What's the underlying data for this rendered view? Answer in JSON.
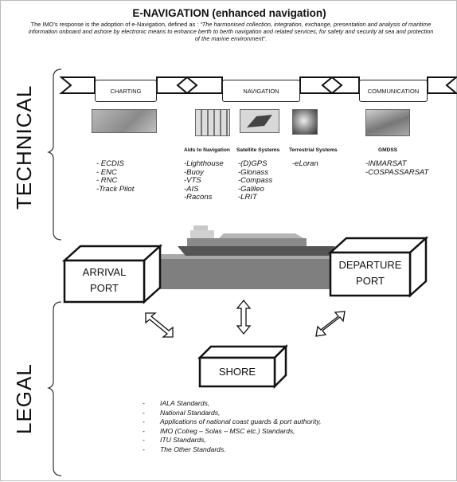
{
  "header": {
    "title": "E-NAVIGATION (enhanced navigation)",
    "intro_lead": "The IMO’s response is the adoption of e-Navigation, defined as : ",
    "intro_quote": "“The harmonised collection, integration, exchange, presentation and analysis of maritime information onboard and ashore by electronic means to enhance berth to berth navigation and related services, for safety and security at sea and protection of the marine environment”."
  },
  "side_labels": {
    "technical": "TECHNICAL",
    "legal": "LEGAL"
  },
  "banners": [
    {
      "label": "CHARTING"
    },
    {
      "label": "NAVIGATION"
    },
    {
      "label": "COMMUNICATION"
    }
  ],
  "columns": [
    {
      "heading": "",
      "items": [
        "- ECDIS",
        "- ENC",
        "- RNC",
        "-Track Pilot"
      ]
    },
    {
      "heading": "Aids to Navigation",
      "items": [
        "-Lighthouse",
        "-Buoy",
        "-VTS",
        "-AIS",
        "-Racons"
      ]
    },
    {
      "heading": "Satellite Systems",
      "items": [
        "-(D)GPS",
        "-Glonass",
        "-Compass",
        "-Galileo",
        "-LRIT"
      ]
    },
    {
      "heading": "Terrestrial Systems",
      "items": [
        "-eLoran"
      ]
    },
    {
      "heading": "GMDSS",
      "items": [
        "-INMARSAT",
        "-COSPASSARSAT"
      ]
    }
  ],
  "boxes": {
    "arrival_line1": "ARRIVAL",
    "arrival_line2": "PORT",
    "departure_line1": "DEPARTURE",
    "departure_line2": "PORT",
    "shore": "SHORE"
  },
  "standards": [
    "IALA Standards,",
    "National Standards,",
    "Applications of national coast guards & port authority,",
    "IMO (Colreg – Solas – MSC etc.) Standards,",
    "ITU Standards,",
    "The Other Standards."
  ],
  "standards_bullet": "-",
  "icons": {
    "thumb_charting": "nautical-chart-image",
    "thumb_aids": "aids-to-navigation-image",
    "thumb_satellite": "satellite-image",
    "thumb_terrestrial": "radar-dome-image",
    "thumb_gmdss": "gmdss-ship-image",
    "ship": "ship-image"
  }
}
